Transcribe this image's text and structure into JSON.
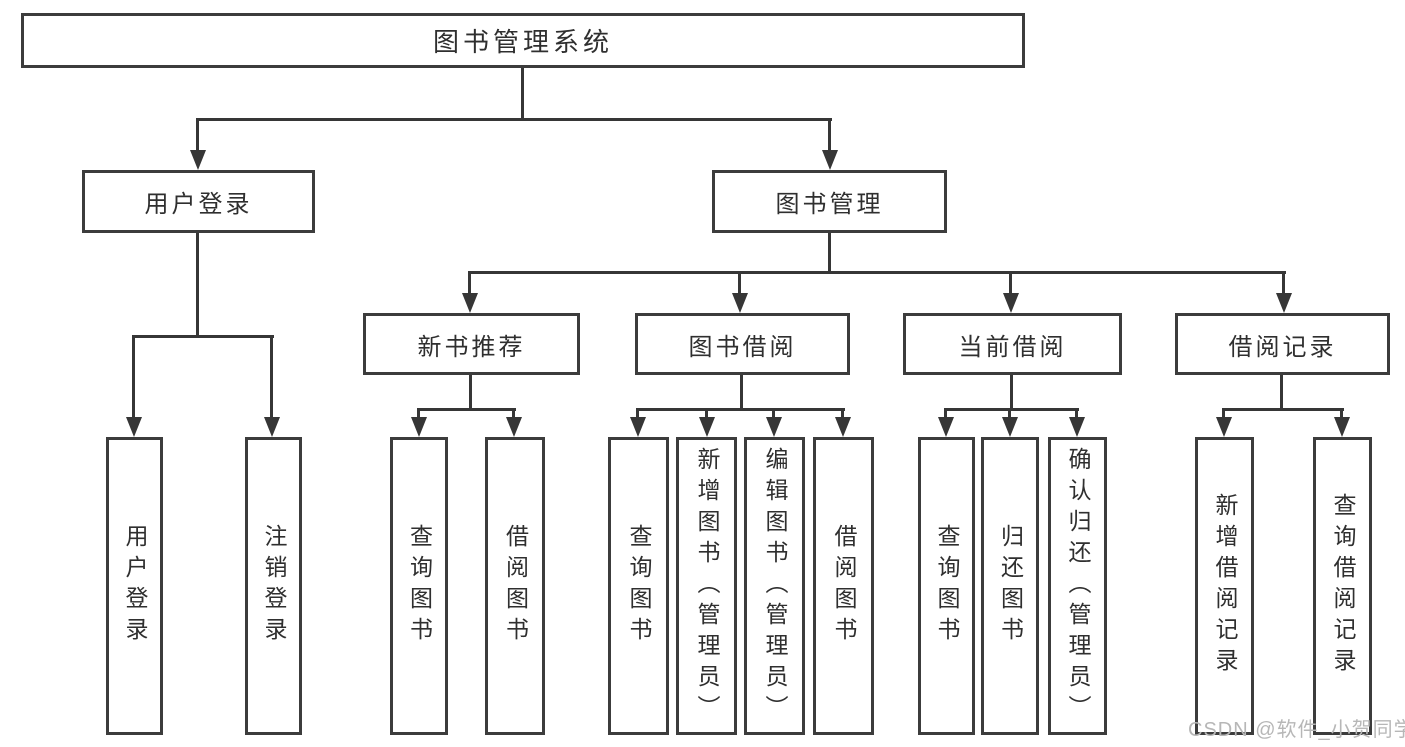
{
  "diagram": {
    "root": {
      "label": "图书管理系统"
    },
    "level2": [
      {
        "label": "用户登录"
      },
      {
        "label": "图书管理"
      }
    ],
    "level3": [
      {
        "label": "新书推荐"
      },
      {
        "label": "图书借阅"
      },
      {
        "label": "当前借阅"
      },
      {
        "label": "借阅记录"
      }
    ],
    "leaves": [
      {
        "label": "用户登录"
      },
      {
        "label": "注销登录"
      },
      {
        "label": "查询图书"
      },
      {
        "label": "借阅图书"
      },
      {
        "label": "查询图书"
      },
      {
        "label": "新增图书（管理员）"
      },
      {
        "label": "编辑图书（管理员）"
      },
      {
        "label": "借阅图书"
      },
      {
        "label": "查询图书"
      },
      {
        "label": "归还图书"
      },
      {
        "label": "确认归还（管理员）"
      },
      {
        "label": "新增借阅记录"
      },
      {
        "label": "查询借阅记录"
      }
    ]
  },
  "watermark": {
    "text": "CSDN @软件_小贺同学"
  },
  "colors": {
    "line": "#363636",
    "box_border": "#3c3c3c",
    "text": "#2f2f2f",
    "watermark_text": "#b7b7b7",
    "background": "#ffffff"
  }
}
